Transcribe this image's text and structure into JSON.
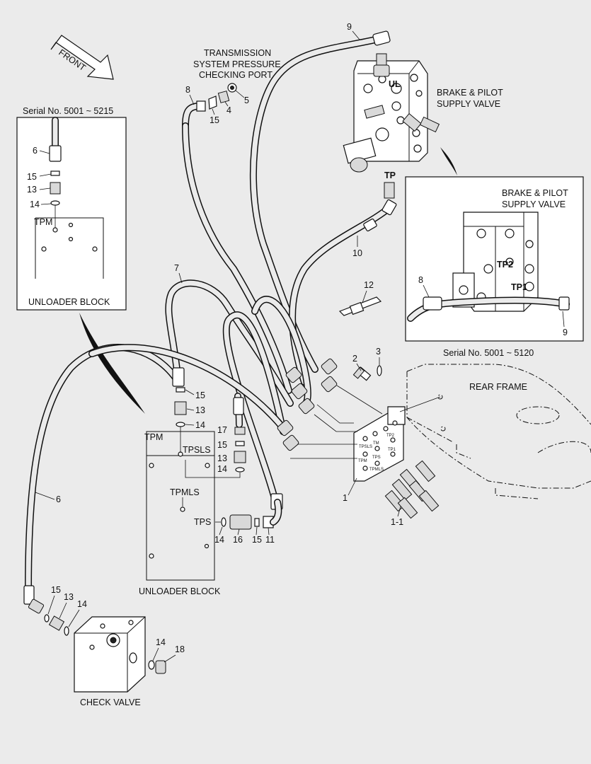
{
  "direction_arrow": {
    "label": "FRONT"
  },
  "callouts": {
    "tsp_port": [
      "TRANSMISSION",
      "SYSTEM PRESSURE",
      "CHECKING PORT"
    ],
    "brake_valve": [
      "BRAKE & PILOT",
      "SUPPLY VALVE"
    ],
    "inset_brake_valve": [
      "BRAKE & PILOT",
      "SUPPLY VALVE"
    ],
    "rear_frame": "REAR FRAME",
    "unloader_block_main": "UNLOADER BLOCK",
    "unloader_block_inset": "UNLOADER BLOCK",
    "check_valve": "CHECK VALVE"
  },
  "serials": {
    "left_inset": "Serial No. 5001 ~ 5215",
    "right_inset": "Serial No. 5001 ~ 5120"
  },
  "port_labels": {
    "ul": "UL",
    "tp": "TP",
    "tp1": "TP1",
    "tp2": "TP2",
    "tpm_inset": "TPM",
    "tpm_main": "TPM",
    "tpsls": "TPSLS",
    "tpmls": "TPMLS",
    "tps": "TPS",
    "panel_tpsls": "TPSLS",
    "panel_tm": "TM",
    "panel_tp1": "TP1",
    "panel_tps": "TPS",
    "panel_tpm": "TPM",
    "panel_tp2": "TP2",
    "panel_tpmls": "TPMLS"
  },
  "part_numbers": {
    "n1": "1",
    "n1_1": "1-1",
    "n2": "2",
    "n3": "3",
    "n4": "4",
    "n5": "5",
    "n6_inset": "6",
    "n6_main": "6",
    "n7": "7",
    "n8_top": "8",
    "n8_inset": "8",
    "n9_top": "9",
    "n9_inset": "9",
    "n10": "10",
    "n11": "11",
    "n12": "12",
    "n13_inset": "13",
    "n13_a": "13",
    "n13_b": "13",
    "n13_c": "13",
    "n14_inset": "14",
    "n14_a": "14",
    "n14_b": "14",
    "n14_c": "14",
    "n14_d": "14",
    "n14_e": "14",
    "n15_inset": "15",
    "n15_top": "15",
    "n15_a": "15",
    "n15_b": "15",
    "n15_c": "15",
    "n15_d": "15",
    "n16": "16",
    "n17": "17",
    "n18": "18"
  }
}
